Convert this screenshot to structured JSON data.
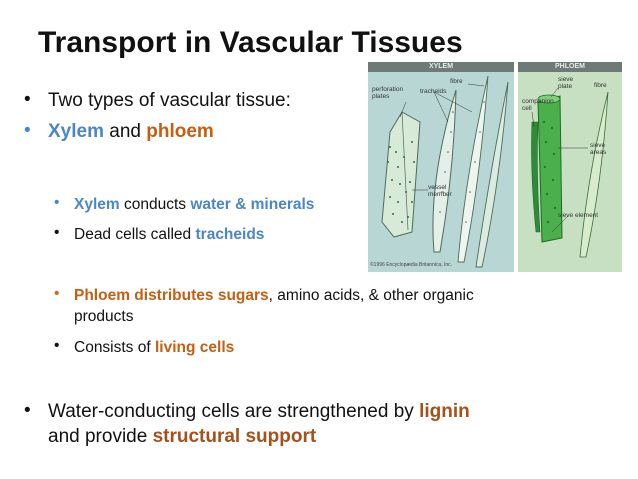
{
  "title": "Transport in Vascular Tissues",
  "bullets": {
    "b1": "Two types of vascular tissue:",
    "b2_xylem": "Xylem",
    "b2_and": "and",
    "b2_phloem": "phloem",
    "b3_xylem": "Xylem",
    "b3_conducts": "conducts",
    "b3_water": "water & minerals",
    "b4_text": "Dead cells called",
    "b4_tracheids": "tracheids",
    "b5_phloem": "Phloem distributes sugars",
    "b5_rest": ", amino acids, & other organic",
    "b5_line2": "products",
    "b6_text": "Consists of",
    "b6_living": "living cells",
    "b7_line1": "Water-conducting cells are strengthened by",
    "b7_lignin": "lignin",
    "b7_line2": "and provide",
    "b7_support": "structural support"
  },
  "figure": {
    "xylem_header": "XYLEM",
    "phloem_header": "PHLOEM",
    "labels": {
      "fibre_x": "fibre",
      "perforation_plates": [
        "perforation",
        "plates"
      ],
      "tracheids": "tracheids",
      "vessel_member": [
        "vessel",
        "member"
      ],
      "sieve_plate": [
        "sieve",
        "plate"
      ],
      "fibre_p": "fibre",
      "companion_cell": [
        "companion",
        "cell"
      ],
      "sieve_areas": [
        "sieve",
        "areas"
      ],
      "sieve_element": "sieve element"
    },
    "copyright": "©1996 Encyclopædia Britannica, Inc."
  },
  "colors": {
    "blue": "#4a86c8",
    "orange": "#c45f14",
    "dark_orange": "#a4511b",
    "xylem_bg": "#b8d7d4",
    "phloem_bg": "#c8e0c2"
  }
}
